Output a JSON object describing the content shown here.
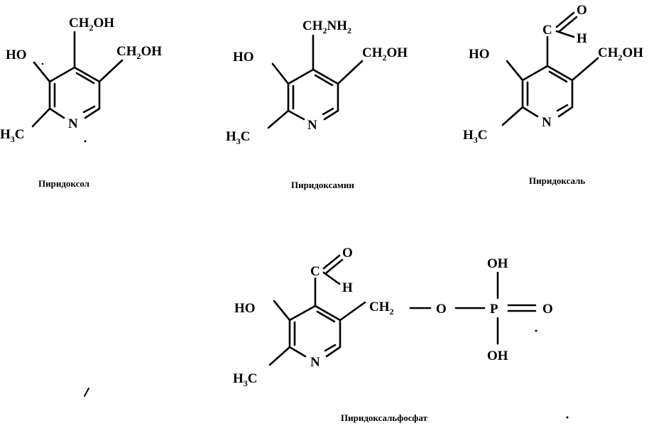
{
  "atoms": {
    "ho": "HO",
    "ch2oh": "CH",
    "ch2oh_sub": "2",
    "ch2oh_tail": "OH",
    "ch2nh2_main": "CH",
    "ch2nh2_sub": "2",
    "ch2nh2_tail": "NH",
    "ch2nh2_sub2": "2",
    "n": "N",
    "h3c_h": "H",
    "h3c_sub": "3",
    "h3c_c": "C",
    "o": "O",
    "h": "H",
    "c": "C",
    "ch2_main": "CH",
    "ch2_sub": "2",
    "p": "P",
    "oh": "OH"
  },
  "captions": {
    "pyridoxol": "Пиридоксол",
    "pyridoxamine": "Пиридоксамин",
    "pyridoxal": "Пиридоксаль",
    "pyridoxal_phosphate": "Пиридоксальфосфат"
  }
}
